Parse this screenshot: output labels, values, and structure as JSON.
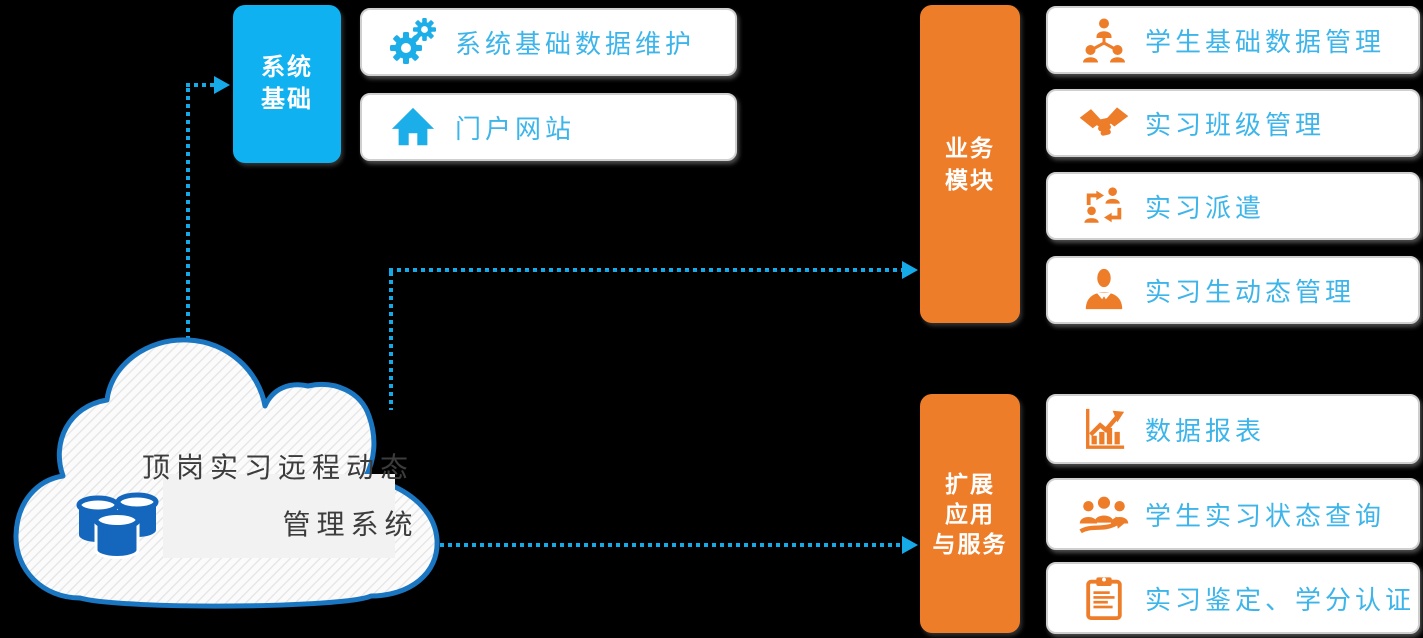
{
  "diagram": {
    "cloud": {
      "title_line1": "顶岗实习远程动态",
      "title_line2": "管理系统"
    },
    "system_base": {
      "label_line1": "系统",
      "label_line2": "基础",
      "items": [
        {
          "icon": "gears-icon",
          "label": "系统基础数据维护"
        },
        {
          "icon": "home-icon",
          "label": "门户网站"
        }
      ]
    },
    "business_module": {
      "label_line1": "业务",
      "label_line2": "模块",
      "items": [
        {
          "icon": "org-chart-icon",
          "label": "学生基础数据管理"
        },
        {
          "icon": "handshake-icon",
          "label": "实习班级管理"
        },
        {
          "icon": "dispatch-cycle-icon",
          "label": "实习派遣"
        },
        {
          "icon": "businessman-icon",
          "label": "实习生动态管理"
        }
      ]
    },
    "extended_services": {
      "label_line1": "扩展",
      "label_line2": "应用",
      "label_line3": "与服务",
      "items": [
        {
          "icon": "bar-chart-icon",
          "label": "数据报表"
        },
        {
          "icon": "people-group-icon",
          "label": "学生实习状态查询"
        },
        {
          "icon": "clipboard-icon",
          "label": "实习鉴定、学分认证"
        }
      ]
    },
    "colors": {
      "node_blue": "#0fb1f0",
      "node_orange": "#ee7d2a",
      "card_label_blue": "#3db5ea",
      "connector_blue": "#16a9e8",
      "cloud_border_blue": "#1b76c2",
      "database_blue": "#1467bd",
      "background": "#000000"
    }
  }
}
